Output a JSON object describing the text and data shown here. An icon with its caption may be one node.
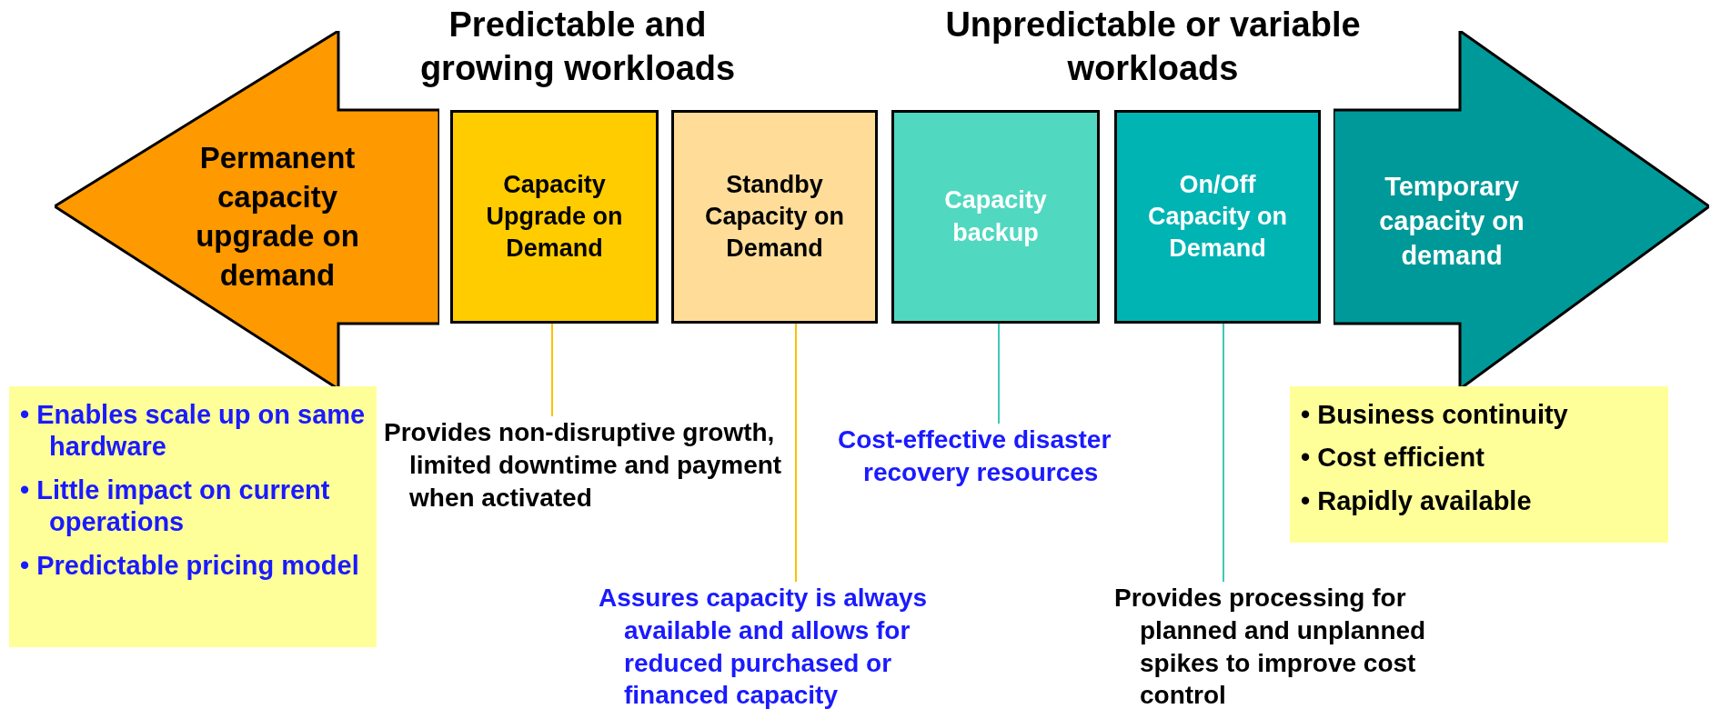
{
  "diagram": {
    "nodes": [
      {
        "text": [
          "Permanent capacity upgrade on demand"
        ]
      },
      {
        "text": [
          "• Enables scale up on same hardware",
          "• Little impact on current operations",
          "• Predictable pricing model"
        ]
      },
      {
        "text": [
          "Capacity Upgrade on Demand"
        ]
      },
      {
        "text": [
          "Standby Capacity on Demand"
        ]
      },
      {
        "text": [
          "Capacity backup"
        ]
      },
      {
        "text": [
          "On/Off Capacity on Demand"
        ]
      },
      {
        "text": [
          "Temporary capacity on demand"
        ]
      },
      {
        "text": [
          "• Business continuity",
          "• Cost efficient",
          "• Rapidly available"
        ]
      },
      {
        "text": [
          "Provides non-disruptive growth, limited downtime and payment when activated"
        ]
      },
      {
        "text": [
          "Assures capacity is always available and allows for reduced purchased or financed capacity"
        ]
      },
      {
        "text": [
          "Cost-effective disaster recovery resources"
        ]
      },
      {
        "text": [
          "Provides processing for planned and unplanned spikes to improve cost control"
        ]
      }
    ],
    "edges": [
      {
        "from": 2,
        "to": 8,
        "arrow": "none",
        "color": "#ffc000"
      },
      {
        "from": 3,
        "to": 9,
        "arrow": "none",
        "color": "#ffc000"
      },
      {
        "from": 4,
        "to": 10,
        "arrow": "none",
        "color": "#40c8b8"
      },
      {
        "from": 5,
        "to": 11,
        "arrow": "none",
        "color": "#40c8b8"
      }
    ],
    "labels": [
      "Predictable and growing workloads",
      "Unpredictable or variable workloads"
    ]
  }
}
